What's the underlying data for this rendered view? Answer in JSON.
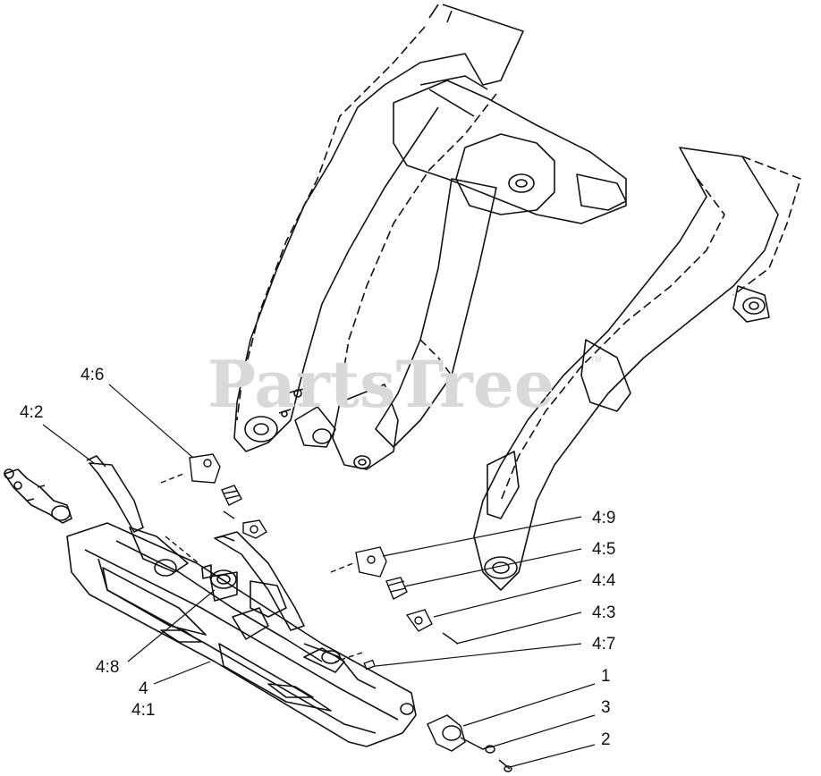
{
  "watermark": {
    "text": "PartsTree",
    "mark": "TM"
  },
  "callouts": [
    {
      "id": "4:6",
      "label": "4:6"
    },
    {
      "id": "4:2",
      "label": "4:2"
    },
    {
      "id": "4:9",
      "label": "4:9"
    },
    {
      "id": "4:5",
      "label": "4:5"
    },
    {
      "id": "4:4",
      "label": "4:4"
    },
    {
      "id": "4:3",
      "label": "4:3"
    },
    {
      "id": "4:7",
      "label": "4:7"
    },
    {
      "id": "4:8",
      "label": "4:8"
    },
    {
      "id": "4",
      "label": "4"
    },
    {
      "id": "4:1",
      "label": "4:1"
    },
    {
      "id": "1",
      "label": "1"
    },
    {
      "id": "3",
      "label": "3"
    },
    {
      "id": "2",
      "label": "2"
    }
  ],
  "colors": {
    "line": "#111111",
    "watermark": "#d9d9d9",
    "background": "#ffffff"
  }
}
